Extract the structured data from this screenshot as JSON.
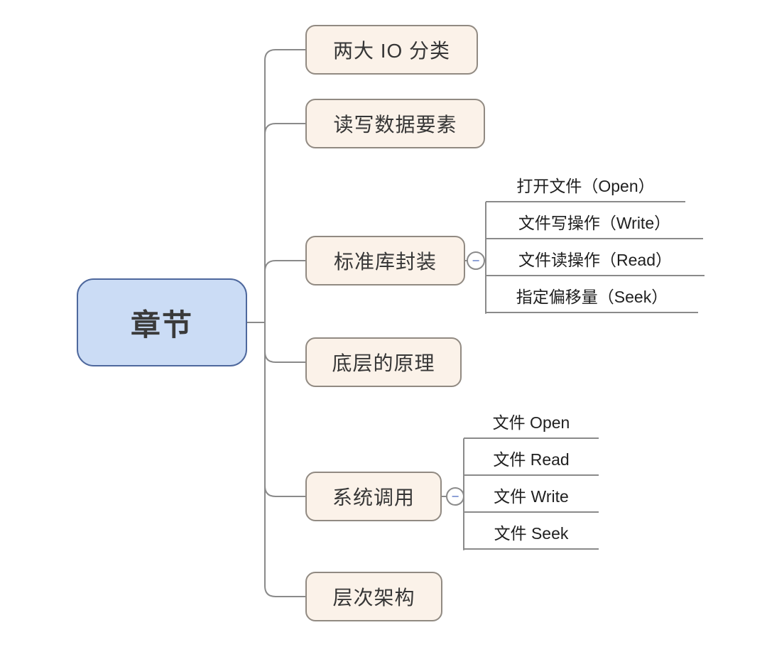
{
  "diagram": {
    "type": "mindmap",
    "root": {
      "label": "章节"
    },
    "branches": [
      {
        "label": "两大 IO 分类",
        "children": []
      },
      {
        "label": "读写数据要素",
        "children": []
      },
      {
        "label": "标准库封装",
        "collapsed": false,
        "children": [
          "打开文件（Open）",
          "文件写操作（Write）",
          "文件读操作（Read）",
          "指定偏移量（Seek）"
        ]
      },
      {
        "label": "底层的原理",
        "children": []
      },
      {
        "label": "系统调用",
        "collapsed": false,
        "children": [
          "文件 Open",
          "文件 Read",
          "文件 Write",
          "文件 Seek"
        ]
      },
      {
        "label": "层次架构",
        "children": []
      }
    ],
    "icons": {
      "collapse_minus": "−"
    },
    "colors": {
      "root_fill": "#CBDCF5",
      "root_border": "#4E689D",
      "topic_fill": "#FBF2E9",
      "topic_border": "#918A82",
      "line": "#8A8A8A",
      "collapse_minus": "#8C9FD6",
      "text": "#363636",
      "background": "#FFFFFF"
    }
  }
}
